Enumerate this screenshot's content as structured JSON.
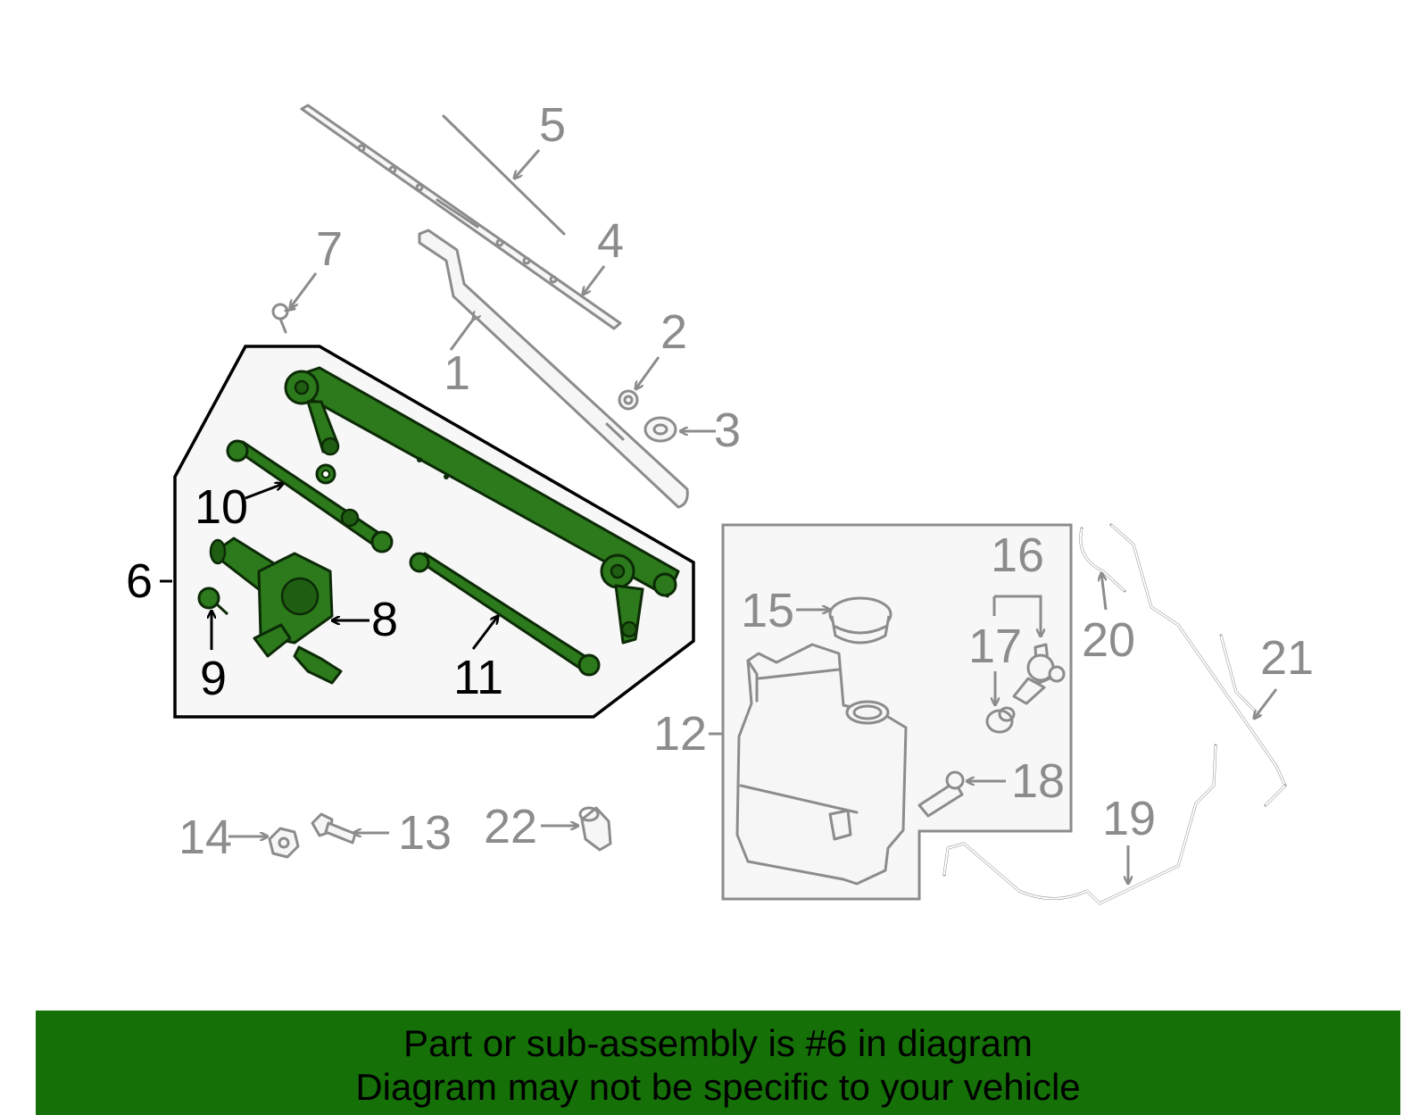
{
  "callouts": {
    "c1": "1",
    "c2": "2",
    "c3": "3",
    "c4": "4",
    "c5": "5",
    "c6": "6",
    "c7": "7",
    "c8": "8",
    "c9": "9",
    "c10": "10",
    "c11": "11",
    "c12": "12",
    "c13": "13",
    "c14": "14",
    "c15": "15",
    "c16": "16",
    "c17": "17",
    "c18": "18",
    "c19": "19",
    "c20": "20",
    "c21": "21",
    "c22": "22"
  },
  "highlight": {
    "part": "6",
    "color": "#157008"
  },
  "banner": {
    "line1": "Part or sub-assembly is #6 in diagram",
    "line2": "Diagram may not be specific to your vehicle"
  }
}
